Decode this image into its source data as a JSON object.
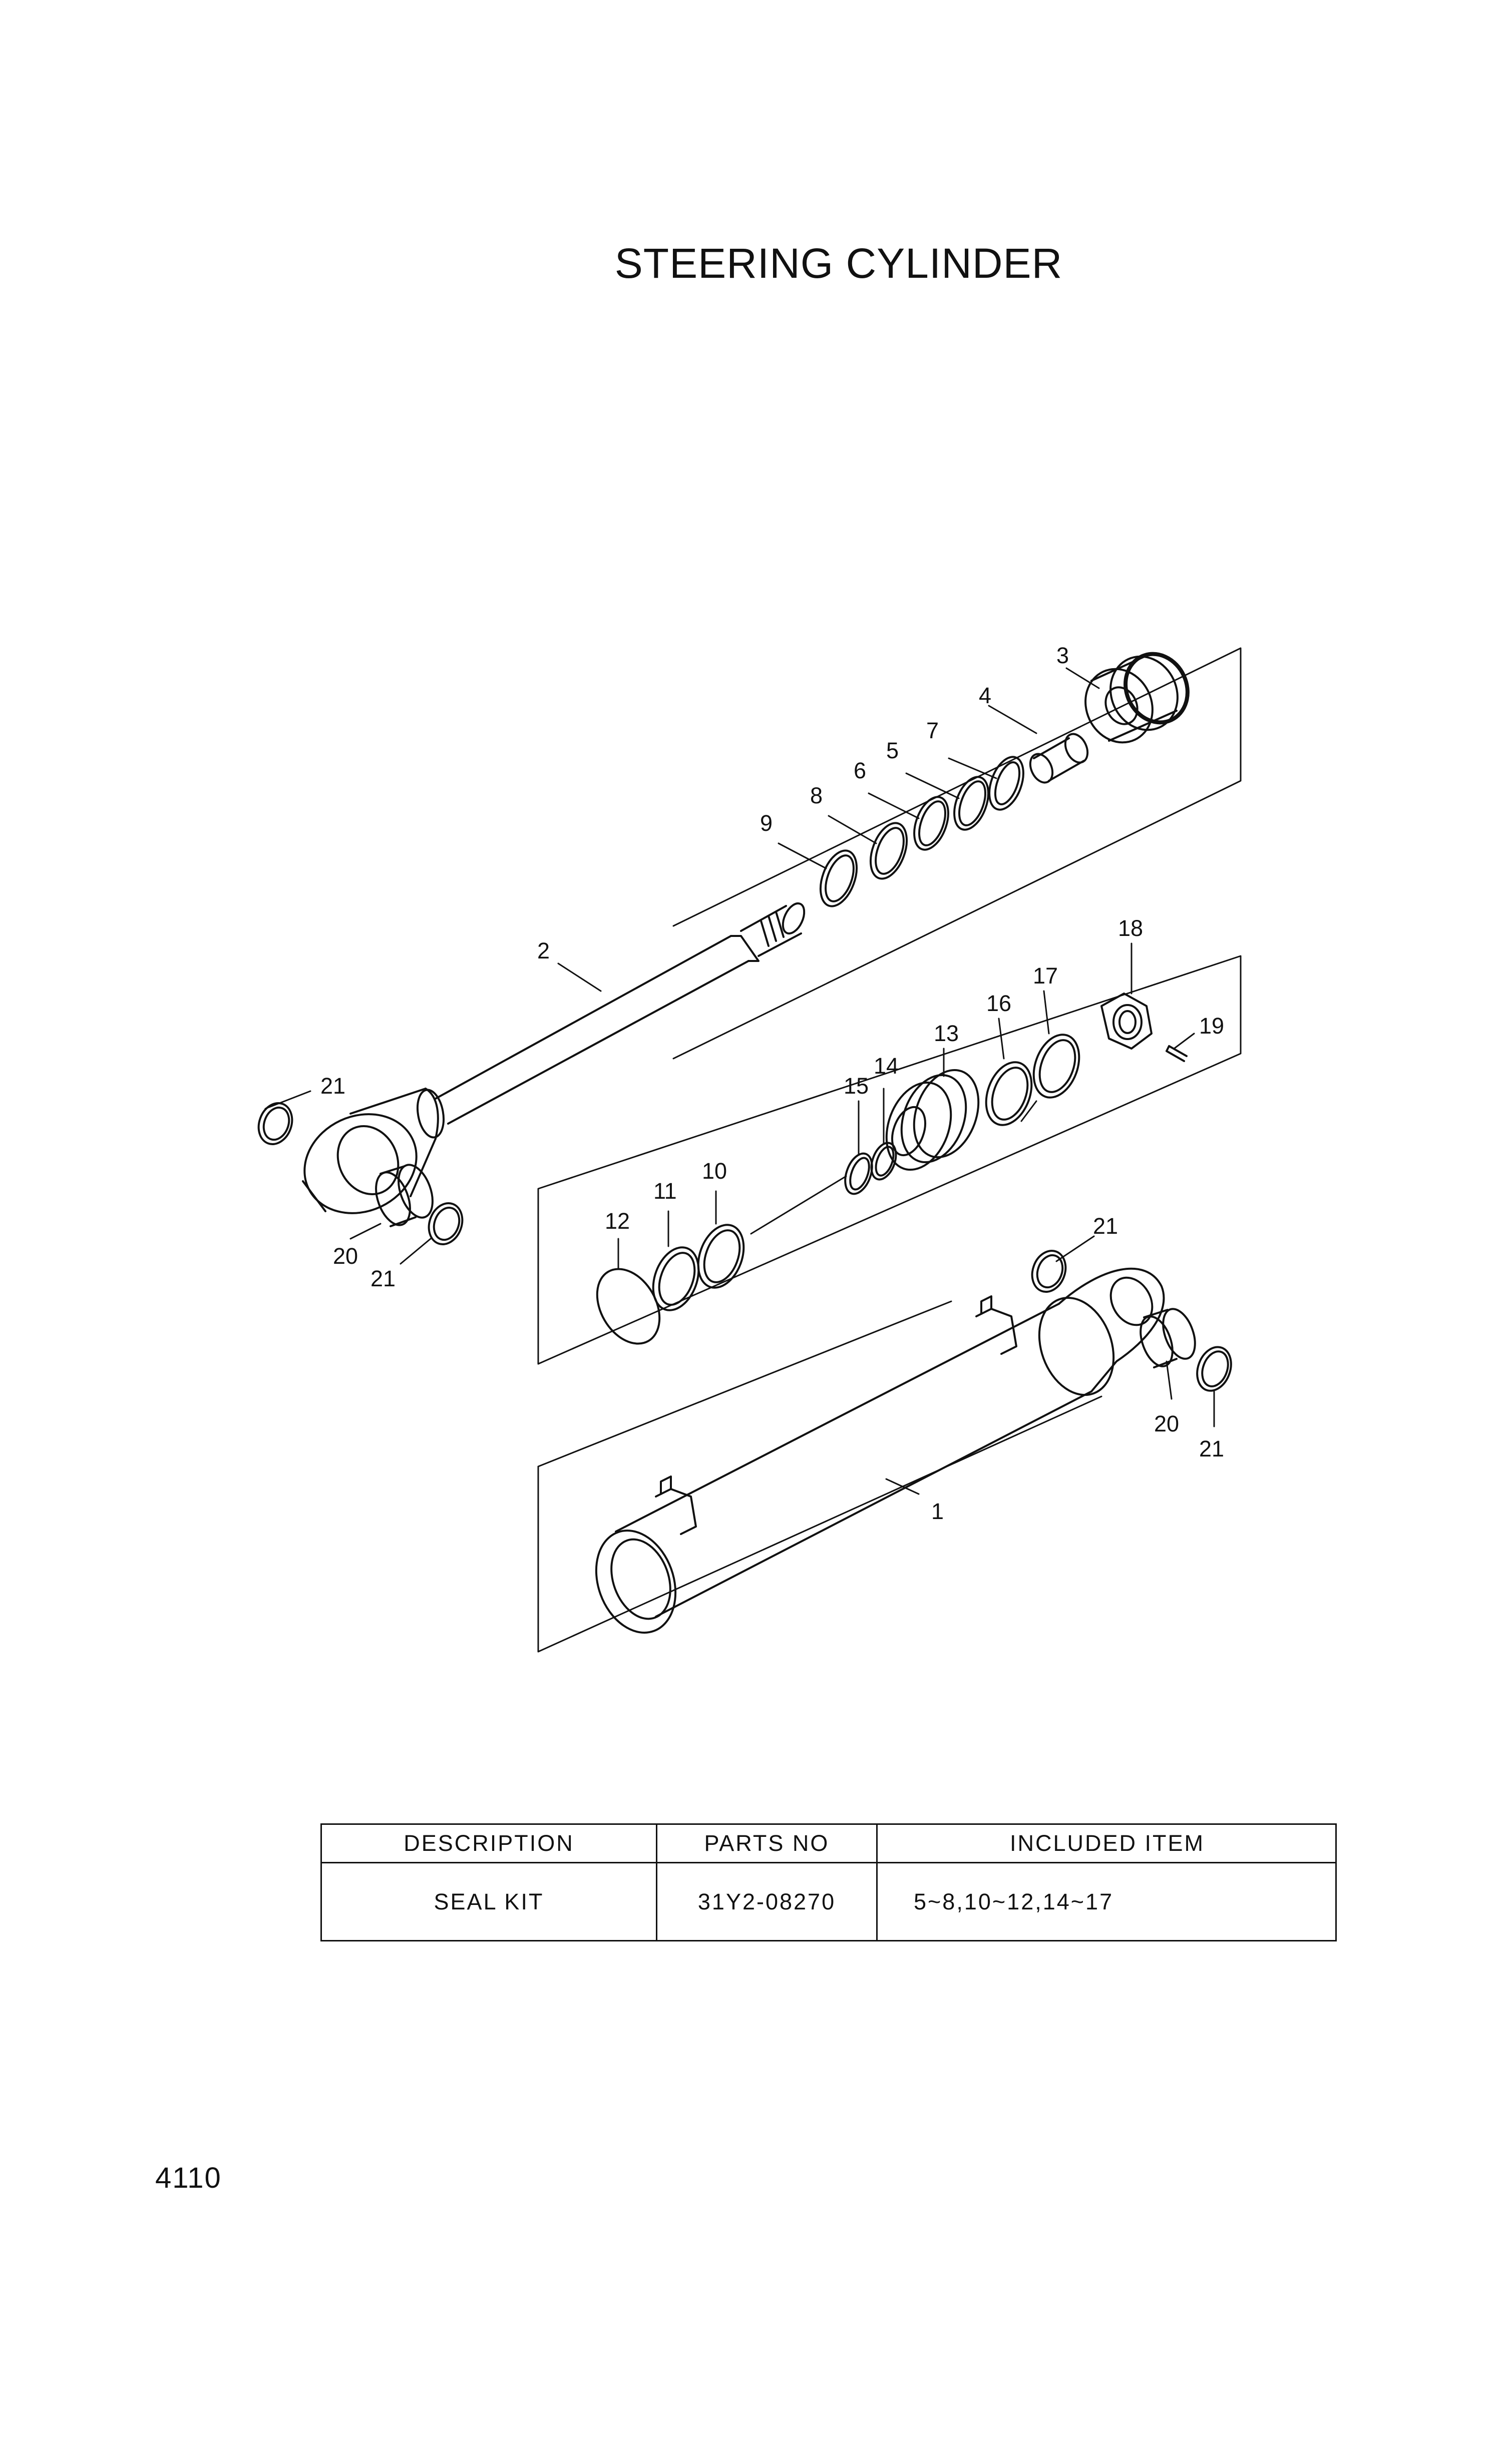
{
  "title": "STEERING CYLINDER",
  "part_labels": {
    "p1": "1",
    "p2": "2",
    "p3": "3",
    "p4": "4",
    "p5": "5",
    "p6": "6",
    "p7": "7",
    "p8": "8",
    "p9": "9",
    "p10": "10",
    "p11": "11",
    "p12": "12",
    "p13": "13",
    "p14": "14",
    "p15": "15",
    "p16": "16",
    "p17": "17",
    "p18": "18",
    "p19": "19",
    "p20": "20",
    "p21": "21"
  },
  "table": {
    "headers": [
      "DESCRIPTION",
      "PARTS NO",
      "INCLUDED ITEM"
    ],
    "rows": [
      [
        "SEAL KIT",
        "31Y2-08270",
        "5~8,10~12,14~17"
      ]
    ]
  },
  "page_number": "4110"
}
